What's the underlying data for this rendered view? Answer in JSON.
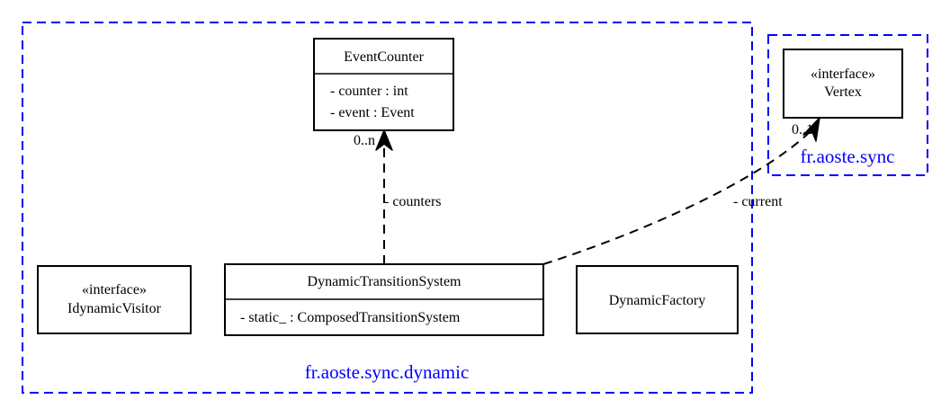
{
  "packages": {
    "dynamic": {
      "label": "fr.aoste.sync.dynamic"
    },
    "sync": {
      "label": "fr.aoste.sync"
    }
  },
  "classes": {
    "event_counter": {
      "name": "EventCounter",
      "attributes": [
        "- counter : int",
        "- event : Event"
      ]
    },
    "vertex": {
      "stereotype": "«interface»",
      "name": "Vertex"
    },
    "idynamic_visitor": {
      "stereotype": "«interface»",
      "name": "IdynamicVisitor"
    },
    "dynamic_transition_system": {
      "name": "DynamicTransitionSystem",
      "attributes": [
        "- static_ : ComposedTransitionSystem"
      ]
    },
    "dynamic_factory": {
      "name": "DynamicFactory"
    }
  },
  "associations": {
    "counters": {
      "role": "- counters",
      "multiplicity": "0..n"
    },
    "current": {
      "role": "- current",
      "multiplicity": "0..1"
    }
  },
  "colors": {
    "package_border": "#0000ff",
    "package_label": "#0000ff",
    "class_border": "#000000"
  }
}
